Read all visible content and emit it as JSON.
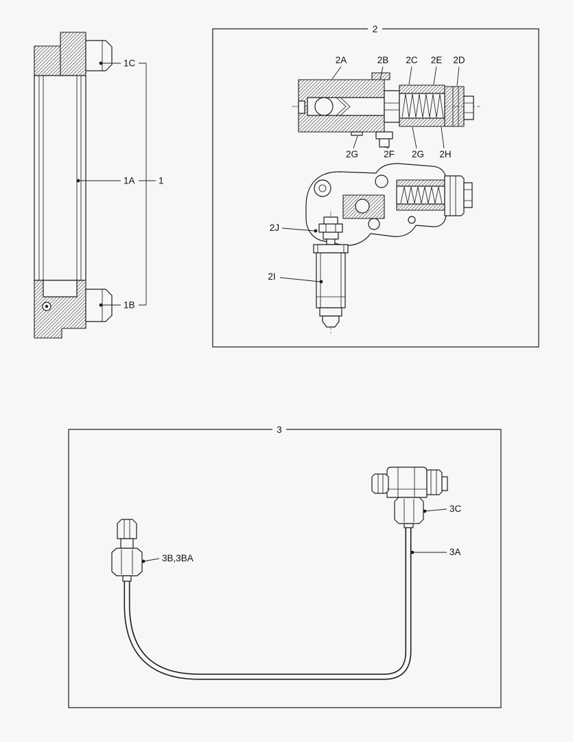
{
  "page": {
    "background": "#f7f7f5",
    "line_color": "#1c1c1c"
  },
  "figure1": {
    "group_label": "1",
    "callouts": {
      "top": "1C",
      "middle": "1A",
      "bottom": "1B"
    }
  },
  "figure2": {
    "box_label": "2",
    "top_callouts": [
      "2A",
      "2B",
      "2C",
      "2E",
      "2D"
    ],
    "bottom_callouts": [
      "2G",
      "2F",
      "2G",
      "2H"
    ],
    "side_callouts": {
      "adapter": "2J",
      "valve": "2I"
    }
  },
  "figure3": {
    "box_label": "3",
    "callouts": {
      "connector": "3B,3BA",
      "nut": "3C",
      "pipe": "3A"
    }
  }
}
